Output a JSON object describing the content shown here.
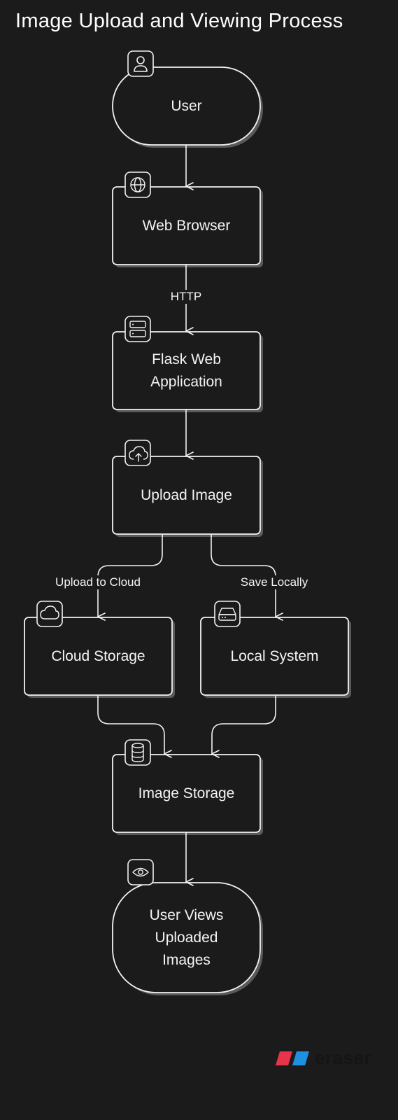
{
  "title": "Image Upload and Viewing Process",
  "nodes": {
    "user": {
      "label": "User",
      "icon": "user-icon"
    },
    "browser": {
      "label": "Web Browser",
      "icon": "globe-icon"
    },
    "flask": {
      "label": "Flask Web\nApplication",
      "icon": "server-icon"
    },
    "upload": {
      "label": "Upload Image",
      "icon": "cloud-upload-icon"
    },
    "cloud": {
      "label": "Cloud Storage",
      "icon": "cloud-icon"
    },
    "local": {
      "label": "Local System",
      "icon": "hard-drive-icon"
    },
    "imgstore": {
      "label": "Image Storage",
      "icon": "database-icon"
    },
    "views": {
      "label": "User Views\nUploaded\nImages",
      "icon": "eye-icon"
    }
  },
  "edges": {
    "http": "HTTP",
    "upload_cloud": "Upload to Cloud",
    "save_local": "Save Locally"
  },
  "watermark": {
    "text": "eraser"
  },
  "colors": {
    "background": "#1b1b1b",
    "stroke": "#f2f2f2",
    "shadow": "#5a5a5a",
    "logo_red": "#e8344a",
    "logo_blue": "#1e8fe1"
  }
}
